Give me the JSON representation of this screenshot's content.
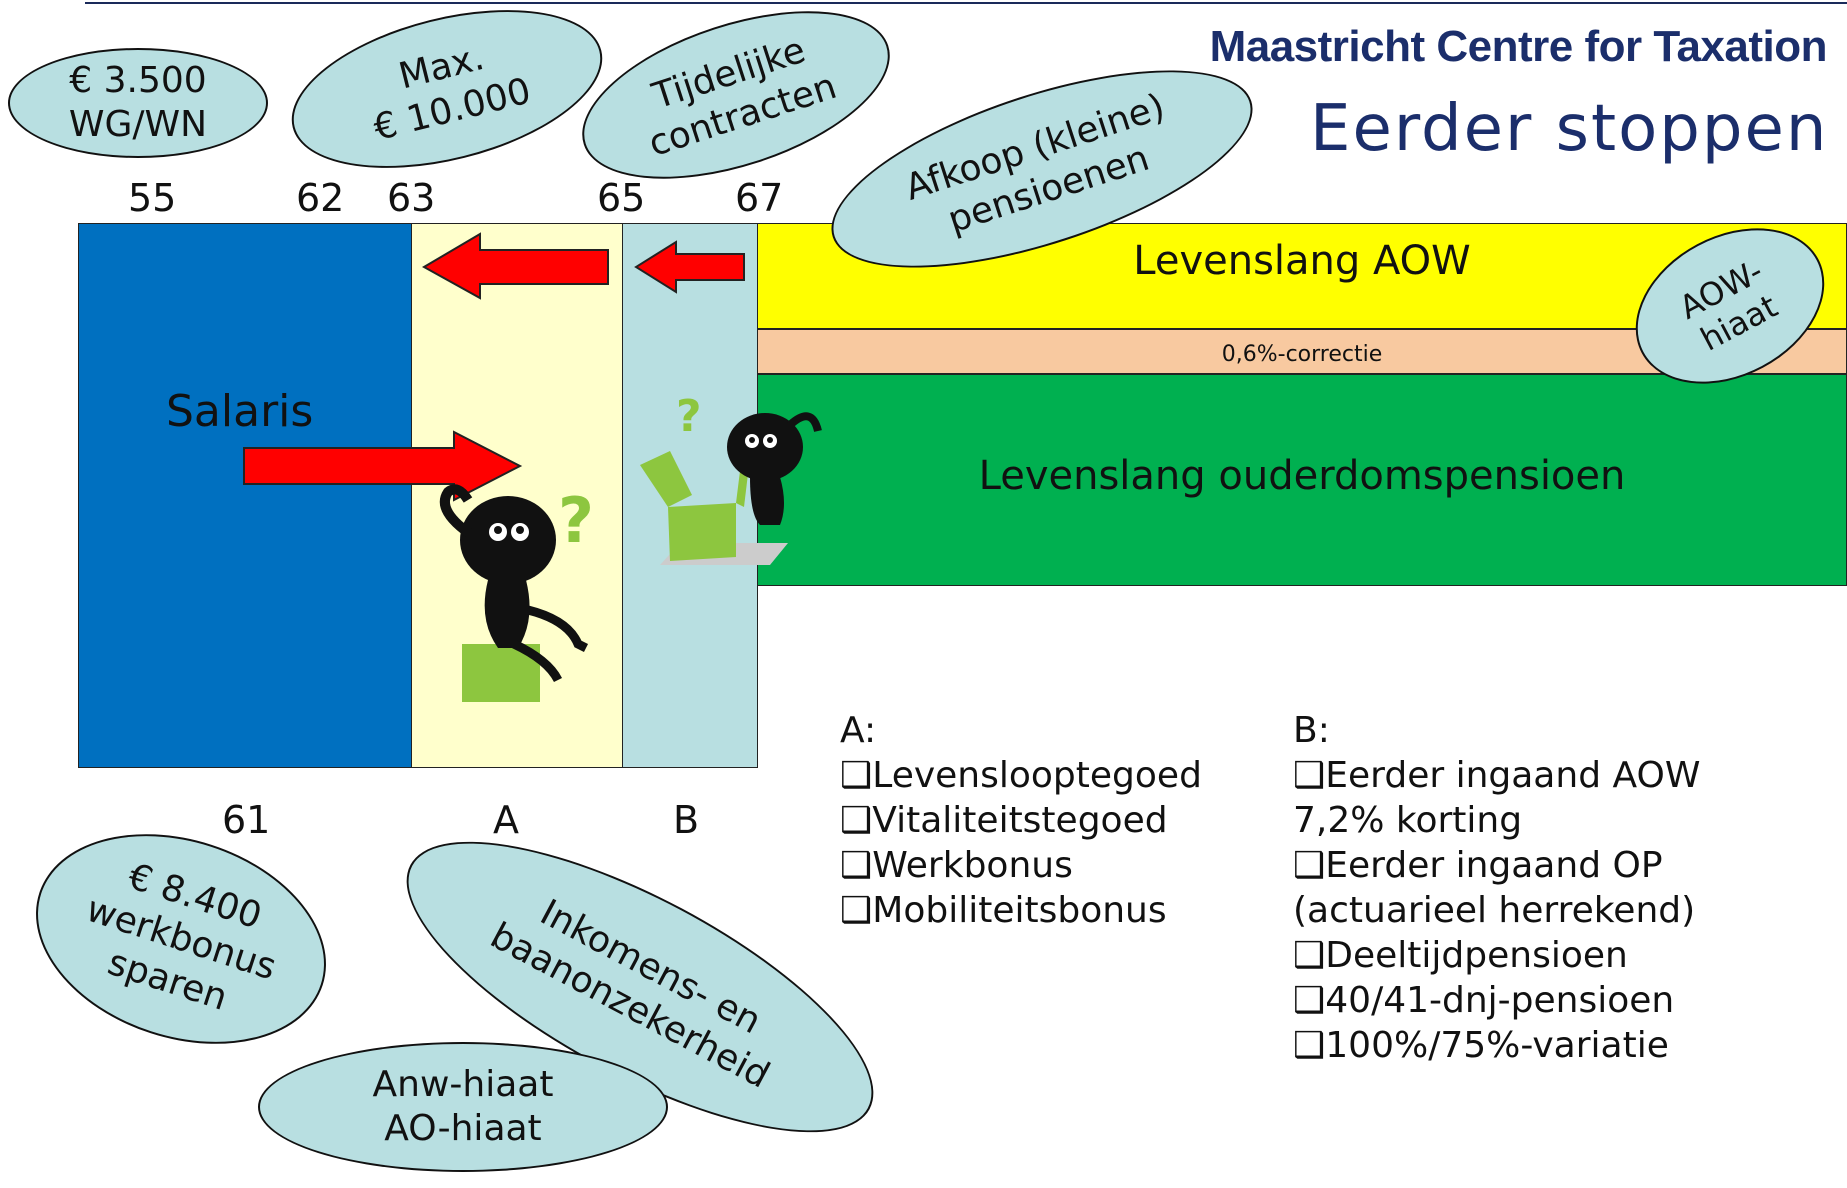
{
  "header": {
    "brand": "Maastricht Centre for Taxation",
    "title": "Eerder stoppen"
  },
  "ages_top": [
    "55",
    "62",
    "63",
    "65",
    "67"
  ],
  "ages_bottom": [
    "61",
    "A",
    "B"
  ],
  "blocks": {
    "salaris": "Salaris",
    "aow": "Levenslang AOW",
    "correctie": "0,6%-correctie",
    "ouderdom": "Levenslang ouderdomspensioen"
  },
  "bubbles": {
    "wgwn": "€ 3.500\nWG/WN",
    "max": "Max.\n€ 10.000",
    "tijdelijke": "Tijdelijke\ncontracten",
    "afkoop": "Afkoop (kleine)\npensioenen",
    "aowhiaat": "AOW-\nhiaat",
    "werkbonus": "€ 8.400\nwerkbonus\nsparen",
    "inkomens": "Inkomens- en\nbaanonzekerheid",
    "anw": "Anw-hiaat\nAO-hiaat"
  },
  "list_a": {
    "heading": "A:",
    "items": [
      "Levenslooptegoed",
      "Vitaliteitstegoed",
      "Werkbonus",
      "Mobiliteitsbonus"
    ]
  },
  "list_b": {
    "heading": "B:",
    "lines": [
      "❑Eerder ingaand AOW",
      "7,2% korting",
      "❑Eerder ingaand OP",
      "(actuarieel herrekend)",
      "❑Deeltijdpensioen",
      "❑40/41-dnj-pensioen",
      "❑100%/75%-variatie"
    ]
  },
  "colors": {
    "blue": "#0070c0",
    "lightyellow": "#ffffcc",
    "lightblue": "#b8dfe1",
    "yellow": "#ffff00",
    "peach": "#f8c9a0",
    "green": "#00b050",
    "red": "#ff0000"
  }
}
